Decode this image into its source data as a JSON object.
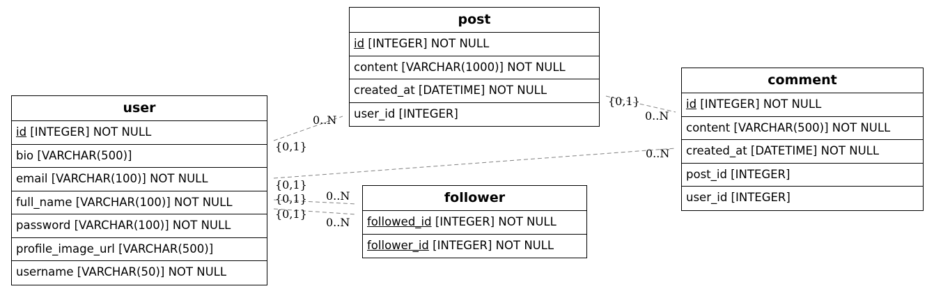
{
  "entities": {
    "user": {
      "title": "user",
      "columns": [
        {
          "name": "id",
          "rest": " [INTEGER] NOT NULL",
          "pk": true
        },
        {
          "name": "bio [VARCHAR(500)]",
          "rest": "",
          "pk": false
        },
        {
          "name": "email [VARCHAR(100)] NOT NULL",
          "rest": "",
          "pk": false
        },
        {
          "name": "full_name [VARCHAR(100)] NOT NULL",
          "rest": "",
          "pk": false
        },
        {
          "name": "password [VARCHAR(100)] NOT NULL",
          "rest": "",
          "pk": false
        },
        {
          "name": "profile_image_url [VARCHAR(500)]",
          "rest": "",
          "pk": false
        },
        {
          "name": "username [VARCHAR(50)] NOT NULL",
          "rest": "",
          "pk": false
        }
      ]
    },
    "post": {
      "title": "post",
      "columns": [
        {
          "name": "id",
          "rest": " [INTEGER] NOT NULL",
          "pk": true
        },
        {
          "name": "content [VARCHAR(1000)] NOT NULL",
          "rest": "",
          "pk": false
        },
        {
          "name": "created_at [DATETIME] NOT NULL",
          "rest": "",
          "pk": false
        },
        {
          "name": "user_id [INTEGER]",
          "rest": "",
          "pk": false
        }
      ]
    },
    "comment": {
      "title": "comment",
      "columns": [
        {
          "name": "id",
          "rest": " [INTEGER] NOT NULL",
          "pk": true
        },
        {
          "name": "content [VARCHAR(500)] NOT NULL",
          "rest": "",
          "pk": false
        },
        {
          "name": "created_at [DATETIME] NOT NULL",
          "rest": "",
          "pk": false
        },
        {
          "name": "post_id [INTEGER]",
          "rest": "",
          "pk": false
        },
        {
          "name": "user_id [INTEGER]",
          "rest": "",
          "pk": false
        }
      ]
    },
    "follower": {
      "title": "follower",
      "columns": [
        {
          "name": "followed_id",
          "rest": " [INTEGER] NOT NULL",
          "pk": true
        },
        {
          "name": "follower_id",
          "rest": " [INTEGER] NOT NULL",
          "pk": true
        }
      ]
    }
  },
  "cardinalities": {
    "user_post_one": "{0,1}",
    "user_post_many": "0..N",
    "post_comment_one": "{0,1}",
    "post_comment_many": "0..N",
    "user_comment_one": "{0,1}",
    "user_comment_many": "0..N",
    "user_follower_a_one": "{0,1}",
    "user_follower_a_many": "0..N",
    "user_follower_b_one": "{0,1}",
    "user_follower_b_many": "0..N"
  },
  "colors": {
    "relation_line": "#808080",
    "border": "#000000"
  }
}
